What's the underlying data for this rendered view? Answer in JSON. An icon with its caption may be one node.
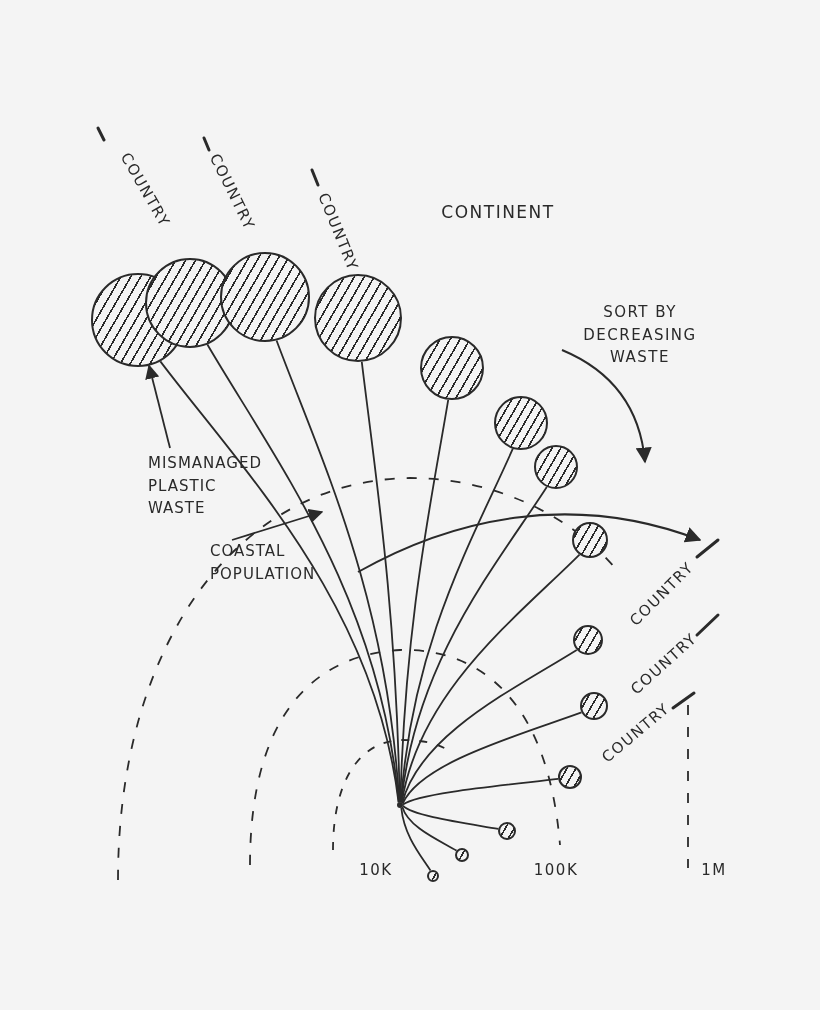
{
  "diagram": {
    "nodes": [
      {
        "text": [],
        "shape": "circle"
      },
      {
        "text": [],
        "shape": "circle"
      },
      {
        "text": [],
        "shape": "circle"
      },
      {
        "text": [],
        "shape": "circle"
      },
      {
        "text": [],
        "shape": "circle"
      },
      {
        "text": [],
        "shape": "circle"
      },
      {
        "text": [],
        "shape": "circle"
      },
      {
        "text": [],
        "shape": "circle"
      },
      {
        "text": [],
        "shape": "circle"
      },
      {
        "text": [],
        "shape": "circle"
      },
      {
        "text": [],
        "shape": "circle"
      },
      {
        "text": [],
        "shape": "circle"
      },
      {
        "text": [],
        "shape": "circle"
      },
      {
        "text": [],
        "shape": "circle"
      },
      {
        "text": [],
        "shape": "dot"
      },
      {
        "text": [
          "MISMANAGED PLASTIC WASTE"
        ]
      },
      {
        "text": [
          "COASTAL POPULATION"
        ]
      }
    ],
    "edges": [
      {
        "from": 14,
        "to": 0,
        "arrow": "none"
      },
      {
        "from": 14,
        "to": 1,
        "arrow": "none"
      },
      {
        "from": 14,
        "to": 2,
        "arrow": "none"
      },
      {
        "from": 14,
        "to": 3,
        "arrow": "none"
      },
      {
        "from": 14,
        "to": 4,
        "arrow": "none"
      },
      {
        "from": 14,
        "to": 5,
        "arrow": "none"
      },
      {
        "from": 14,
        "to": 6,
        "arrow": "none"
      },
      {
        "from": 14,
        "to": 7,
        "arrow": "none"
      },
      {
        "from": 14,
        "to": 8,
        "arrow": "none"
      },
      {
        "from": 14,
        "to": 9,
        "arrow": "none"
      },
      {
        "from": 14,
        "to": 10,
        "arrow": "none"
      },
      {
        "from": 14,
        "to": 11,
        "arrow": "none"
      },
      {
        "from": 14,
        "to": 12,
        "arrow": "none"
      },
      {
        "from": 14,
        "to": 13,
        "arrow": "none"
      },
      {
        "from": 15,
        "to": 0,
        "arrow": "to"
      },
      {
        "from": 16,
        "to": null,
        "arrow": "to"
      }
    ],
    "labels": [
      "COUNTRY",
      "COUNTRY",
      "COUNTRY",
      "CONTINENT",
      "SORT BY DECREASING WASTE",
      "COUNTRY",
      "COUNTRY",
      "COUNTRY",
      "10K",
      "100K",
      "1M"
    ]
  }
}
